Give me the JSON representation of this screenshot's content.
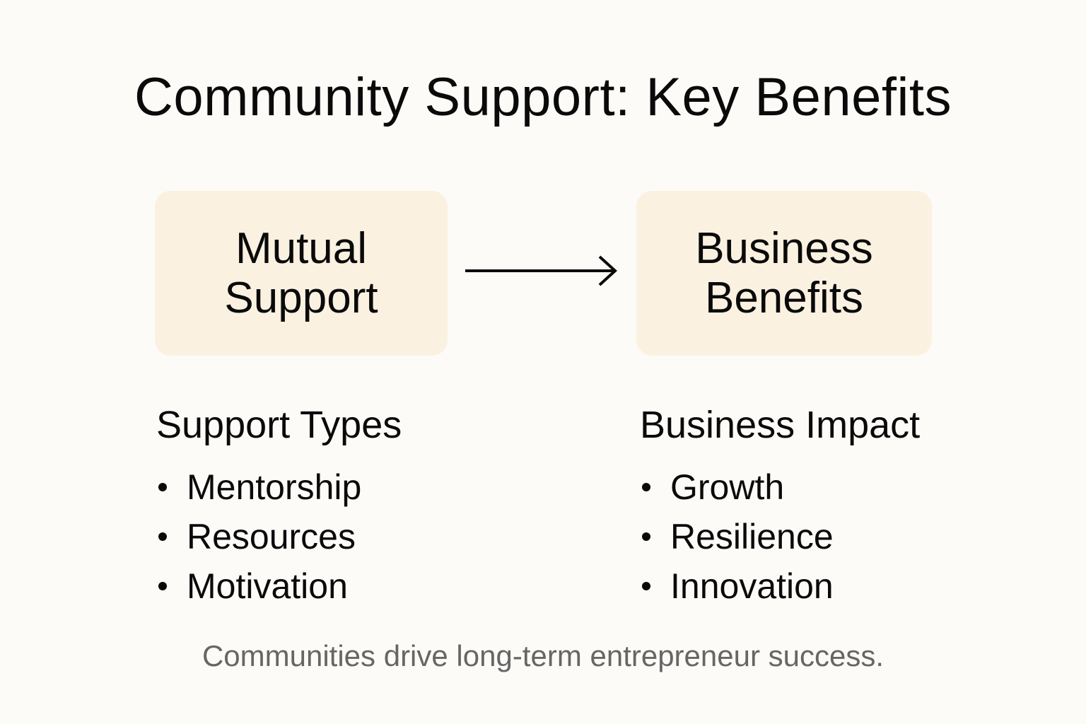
{
  "title": "Community Support: Key Benefits",
  "flow": {
    "source": {
      "label": "Mutual Support",
      "lines": [
        "Mutual",
        "Support"
      ]
    },
    "connector": {
      "icon": "right-arrow-icon"
    },
    "target": {
      "label": "Business Benefits",
      "lines": [
        "Business",
        "Benefits"
      ]
    }
  },
  "sections": [
    {
      "heading": "Support Types",
      "items": [
        "Mentorship",
        "Resources",
        "Motivation"
      ]
    },
    {
      "heading": "Business Impact",
      "items": [
        "Growth",
        "Resilience",
        "Innovation"
      ]
    }
  ],
  "caption": "Communities drive long-term entrepreneur success.",
  "colors": {
    "background": "#FDFBF8",
    "card_fill": "#FAF1E1",
    "text": "#0A0A0A",
    "caption_text": "#666666"
  }
}
